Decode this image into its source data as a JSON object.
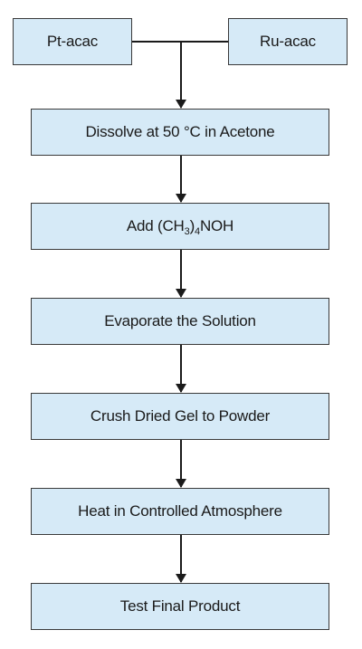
{
  "inputs": {
    "left": "Pt-acac",
    "right": "Ru-acac"
  },
  "steps": {
    "s0": "Dissolve at 50 °C in Acetone",
    "s1": {
      "prefix": "Add (CH",
      "sub1": "3",
      "mid": ")",
      "sub2": "4",
      "suffix": "NOH"
    },
    "s2": "Evaporate the Solution",
    "s3": "Crush Dried Gel to Powder",
    "s4": "Heat in Controlled Atmosphere",
    "s5": "Test Final Product"
  },
  "colors": {
    "box_fill": "#d6eaf7",
    "box_border": "#3a3a3a",
    "line": "#1a1a1a"
  }
}
